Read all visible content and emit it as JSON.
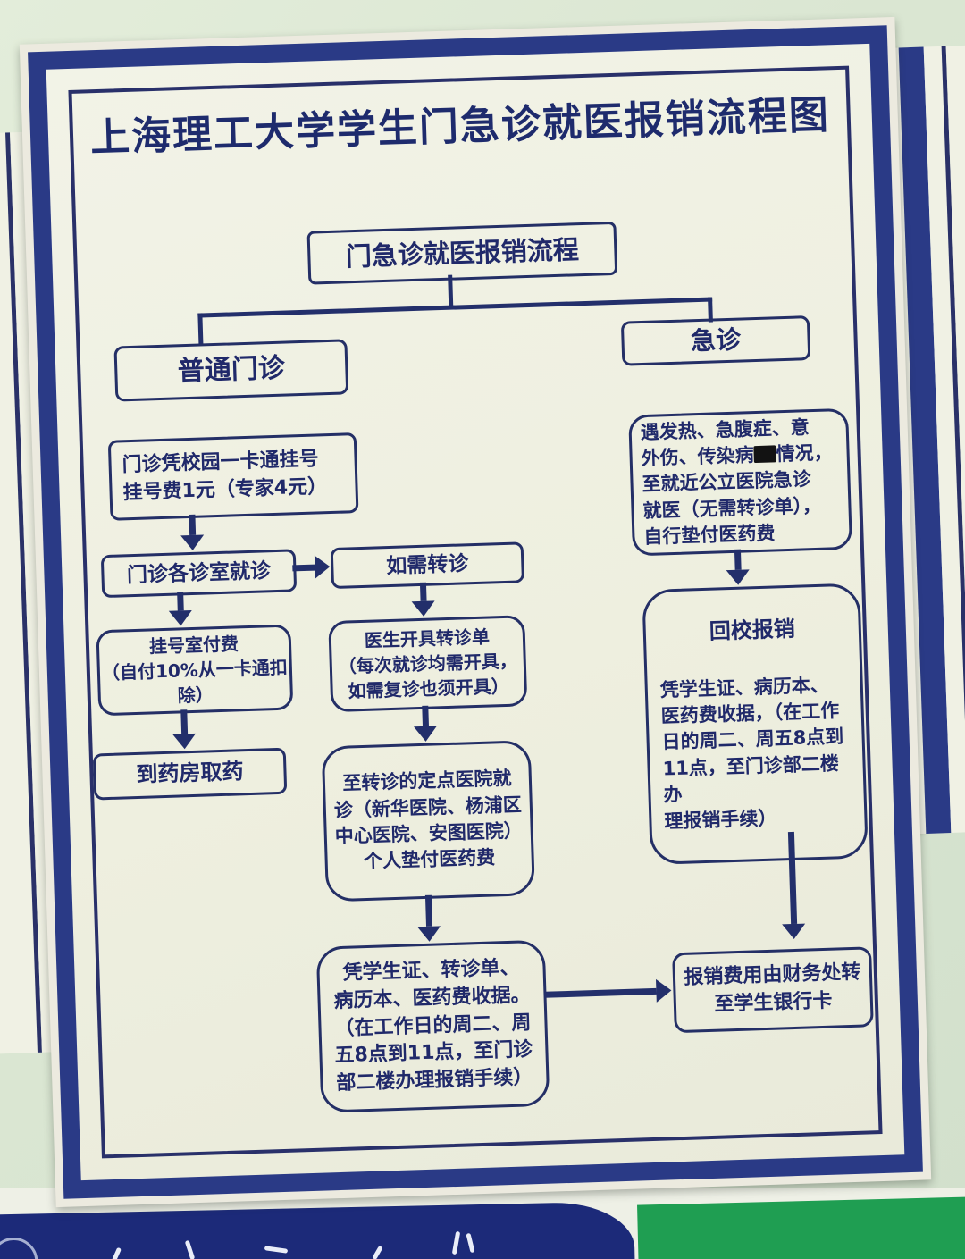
{
  "scene": {
    "wall_color": "#dce7d6",
    "board_bg": "#efefe2",
    "frame_color": "#2a3a86",
    "ink_color": "#20296a",
    "panel_navy_color": "#1c2a79",
    "panel_green_color": "#1f9e52"
  },
  "poster": {
    "title": "上海理工大学学生门急诊就医报销流程图",
    "nodes": {
      "root": "门急诊就医报销流程",
      "outpatient": "普通门诊",
      "emergency": "急诊",
      "register": "门诊凭校园一卡通挂号\n挂号费1元（专家4元）",
      "clinic": "门诊各诊室就诊",
      "pay": "挂号室付费\n（自付10%从一卡通扣\n除）",
      "pharmacy": "到药房取药",
      "referral": "如需转诊",
      "doctor_note": "医生开具转诊单\n（每次就诊均需开具，\n如需复诊也须开具）",
      "hospital": "至转诊的定点医院就\n诊（新华医院、杨浦区\n中心医院、安图医院）\n个人垫付医药费",
      "outpatient_reimburse": "凭学生证、转诊单、\n病历本、医药费收据。\n（在工作日的周二、周\n五8点到11点，至门诊\n部二楼办理报销手续）",
      "emergency_info_before": "遇发热、急腹症、意\n外伤、传染病",
      "emergency_info_after": "情况，\n至就近公立医院急诊\n就医（无需转诊单），\n自行垫付医药费",
      "return_title": "回校报销",
      "return_body": "凭学生证、病历本、\n医药费收据，（在工作\n日的周二、周五8点到\n11点，至门诊部二楼办\n理报销手续）",
      "transfer": "报销费用由财务处转\n至学生银行卡"
    }
  }
}
